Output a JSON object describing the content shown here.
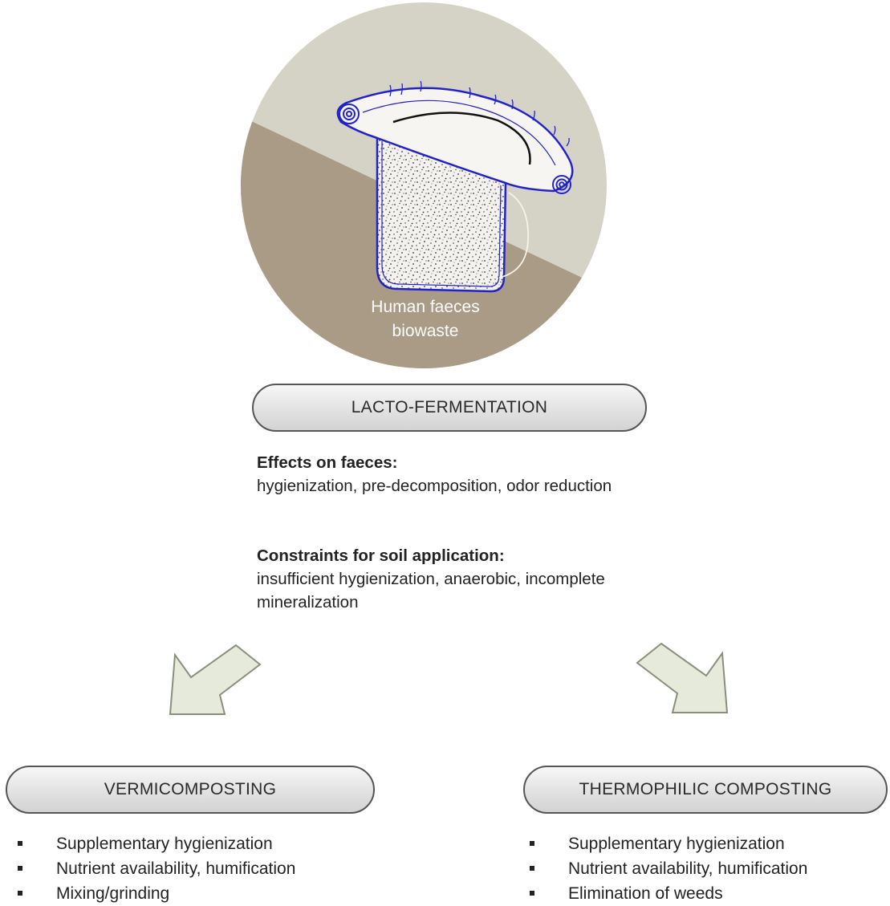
{
  "illustration": {
    "caption_line1": "Human faeces",
    "caption_line2": "biowaste",
    "colors": {
      "sky": "#d5d3c6",
      "ground": "#a99b85",
      "outline": "#2222cc",
      "stipple_fill": "#f2f1ec"
    }
  },
  "lacto": {
    "label": "LACTO-FERMENTATION",
    "effects_heading": "Effects on faeces:",
    "effects_text": "hygienization, pre-decomposition, odor reduction",
    "constraints_heading": "Constraints for soil application:",
    "constraints_text": "insufficient hygienization, anaerobic, incomplete mineralization"
  },
  "vermi": {
    "label": "VERMICOMPOSTING",
    "items": [
      "Supplementary hygienization",
      "Nutrient availability, humification",
      "Mixing/grinding"
    ]
  },
  "thermo": {
    "label": "THERMOPHILIC COMPOSTING",
    "items": [
      "Supplementary hygienization",
      "Nutrient availability, humification",
      "Elimination of weeds"
    ]
  },
  "arrow_colors": {
    "fill": "#e6eadb",
    "stroke": "#8a8f7c"
  }
}
